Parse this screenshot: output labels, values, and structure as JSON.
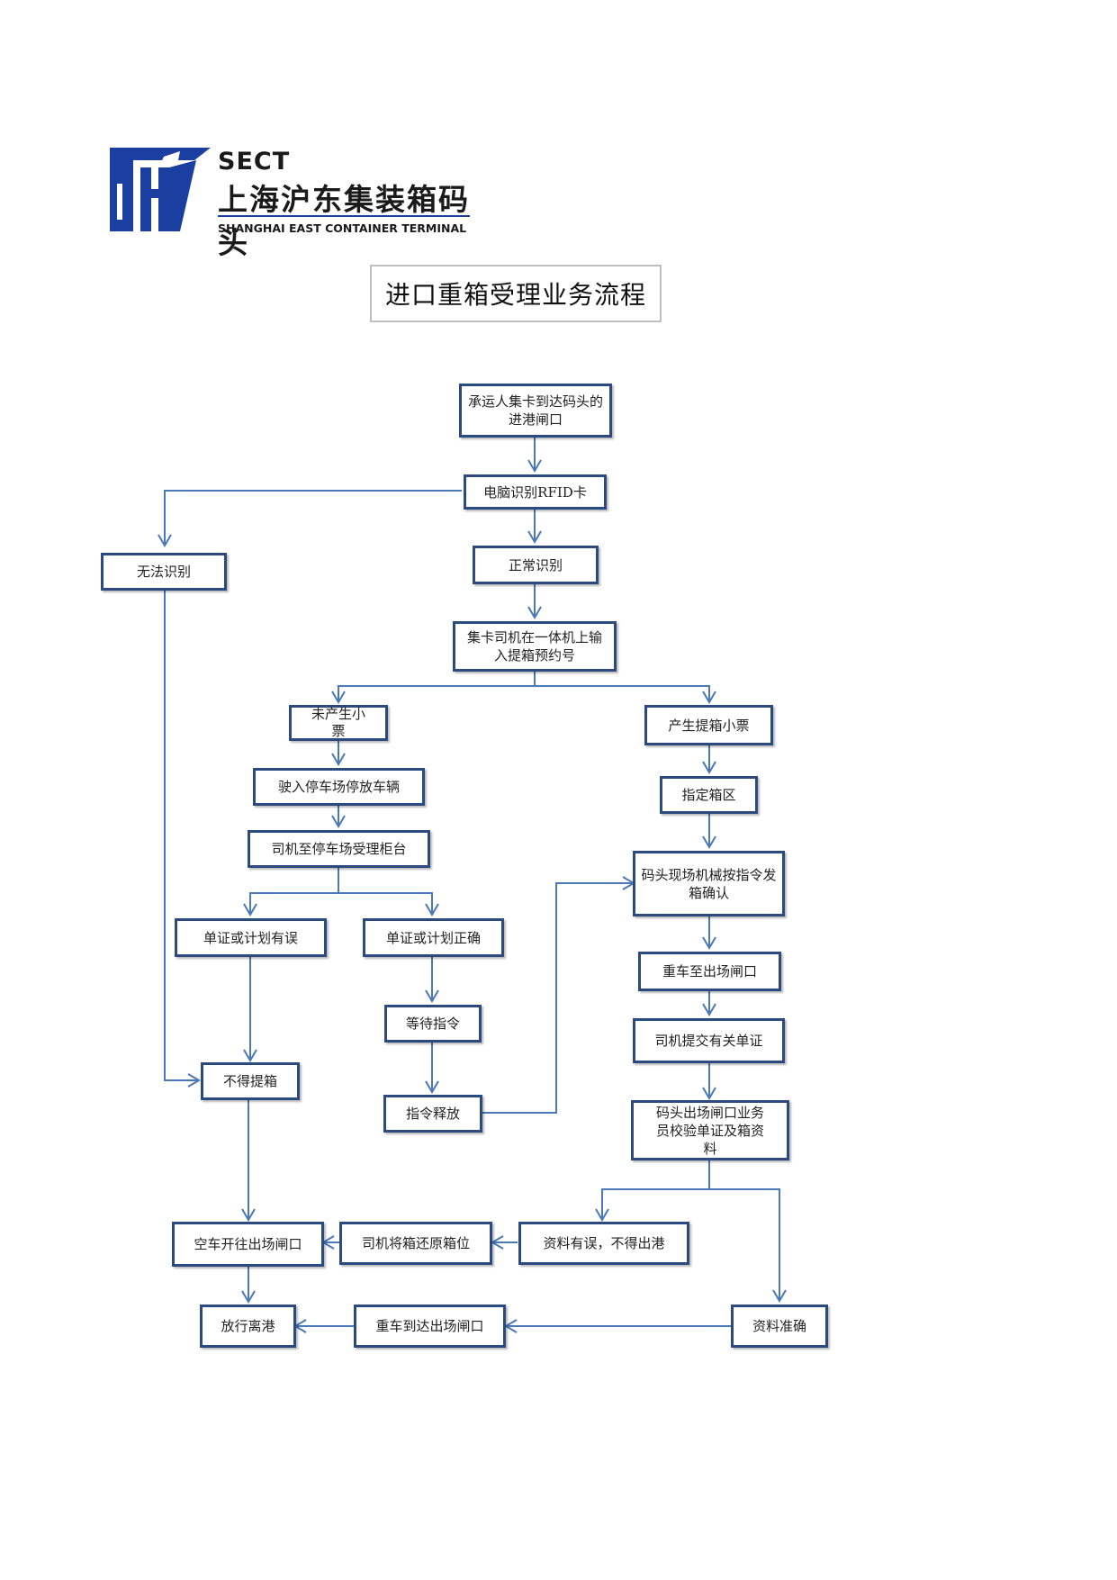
{
  "logo": {
    "brand": "SECT",
    "name_cn": "上海沪东集装箱码头",
    "name_en": "SHANGHAI EAST CONTAINER TERMINAL"
  },
  "title": "进口重箱受理业务流程",
  "colors": {
    "box_border": "#2a4a80",
    "arrow": "#4a78b8",
    "logo_blue": "#1a3fa0"
  },
  "nodes": {
    "start": "承运人集卡到达码头的进港闸口",
    "rfid": "电脑识别RFID卡",
    "cannot_identify": "无法识别",
    "normal_identify": "正常识别",
    "input_booking": "集卡司机在一体机上输入提箱预约号",
    "no_ticket": "未产生小票",
    "ticket_generated": "产生提箱小票",
    "drive_to_parking": "驶入停车场停放车辆",
    "designate_yard": "指定箱区",
    "driver_to_counter": "司机至停车场受理柜台",
    "crane_confirm": "码头现场机械按指令发箱确认",
    "docs_error": "单证或计划有误",
    "docs_correct": "单证或计划正确",
    "loaded_to_exit_gate": "重车至出场闸口",
    "wait_instruction": "等待指令",
    "submit_docs": "司机提交有关单证",
    "no_pickup": "不得提箱",
    "release_instruction": "指令释放",
    "gate_staff_verify": "码头出场闸口业务员校验单证及箱资料",
    "empty_to_exit_gate": "空车开往出场闸口",
    "return_container": "司机将箱还原箱位",
    "data_error": "资料有误，不得出港",
    "depart": "放行离港",
    "loaded_arrive_exit_gate": "重车到达出场闸口",
    "data_correct": "资料准确"
  }
}
